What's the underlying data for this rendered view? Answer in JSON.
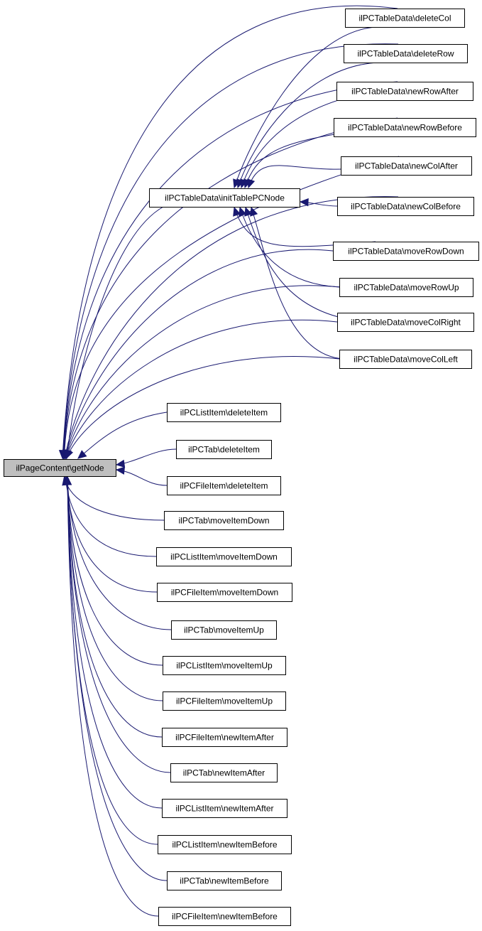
{
  "root": {
    "label": "ilPageContent\\getNode"
  },
  "intermediate": {
    "label": "ilPCTableData\\initTablePCNode"
  },
  "table_callers": [
    {
      "label": "ilPCTableData\\deleteCol"
    },
    {
      "label": "ilPCTableData\\deleteRow"
    },
    {
      "label": "ilPCTableData\\newRowAfter"
    },
    {
      "label": "ilPCTableData\\newRowBefore"
    },
    {
      "label": "ilPCTableData\\newColAfter"
    },
    {
      "label": "ilPCTableData\\newColBefore"
    },
    {
      "label": "ilPCTableData\\moveRowDown"
    },
    {
      "label": "ilPCTableData\\moveRowUp"
    },
    {
      "label": "ilPCTableData\\moveColRight"
    },
    {
      "label": "ilPCTableData\\moveColLeft"
    }
  ],
  "direct_callers": [
    {
      "label": "ilPCListItem\\deleteItem"
    },
    {
      "label": "ilPCTab\\deleteItem"
    },
    {
      "label": "ilPCFileItem\\deleteItem"
    },
    {
      "label": "ilPCTab\\moveItemDown"
    },
    {
      "label": "ilPCListItem\\moveItemDown"
    },
    {
      "label": "ilPCFileItem\\moveItemDown"
    },
    {
      "label": "ilPCTab\\moveItemUp"
    },
    {
      "label": "ilPCListItem\\moveItemUp"
    },
    {
      "label": "ilPCFileItem\\moveItemUp"
    },
    {
      "label": "ilPCFileItem\\newItemAfter"
    },
    {
      "label": "ilPCTab\\newItemAfter"
    },
    {
      "label": "ilPCListItem\\newItemAfter"
    },
    {
      "label": "ilPCListItem\\newItemBefore"
    },
    {
      "label": "ilPCTab\\newItemBefore"
    },
    {
      "label": "ilPCFileItem\\newItemBefore"
    }
  ],
  "colors": {
    "edge": "#191970",
    "root_fill": "#bfbfbf",
    "node_fill": "#ffffff",
    "border": "#000000"
  }
}
